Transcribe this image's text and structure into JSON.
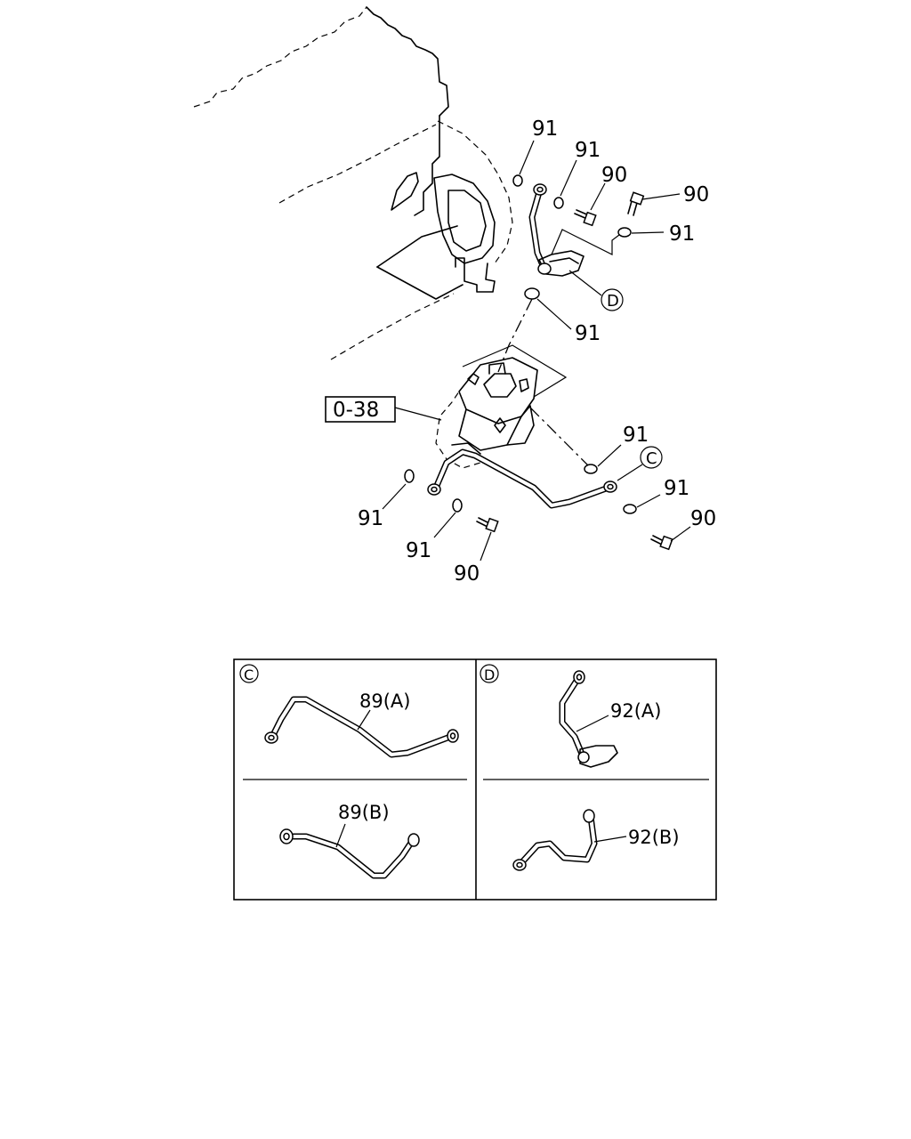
{
  "callouts": {
    "washer_91_a": "91",
    "washer_91_b": "91",
    "bolt_90_a": "90",
    "bolt_90_b": "90",
    "washer_91_c": "91",
    "detail_ref_d": "D",
    "washer_91_d": "91",
    "washer_91_e": "91",
    "detail_ref_c": "C",
    "washer_91_f": "91",
    "bolt_90_c": "90",
    "washer_91_g": "91",
    "washer_91_h": "91",
    "bolt_90_d": "90",
    "section_ref": "0-38"
  },
  "details": {
    "c": {
      "marker": "C",
      "upper_part": "89(A)",
      "lower_part": "89(B)"
    },
    "d": {
      "marker": "D",
      "upper_part": "92(A)",
      "lower_part": "92(B)"
    }
  }
}
